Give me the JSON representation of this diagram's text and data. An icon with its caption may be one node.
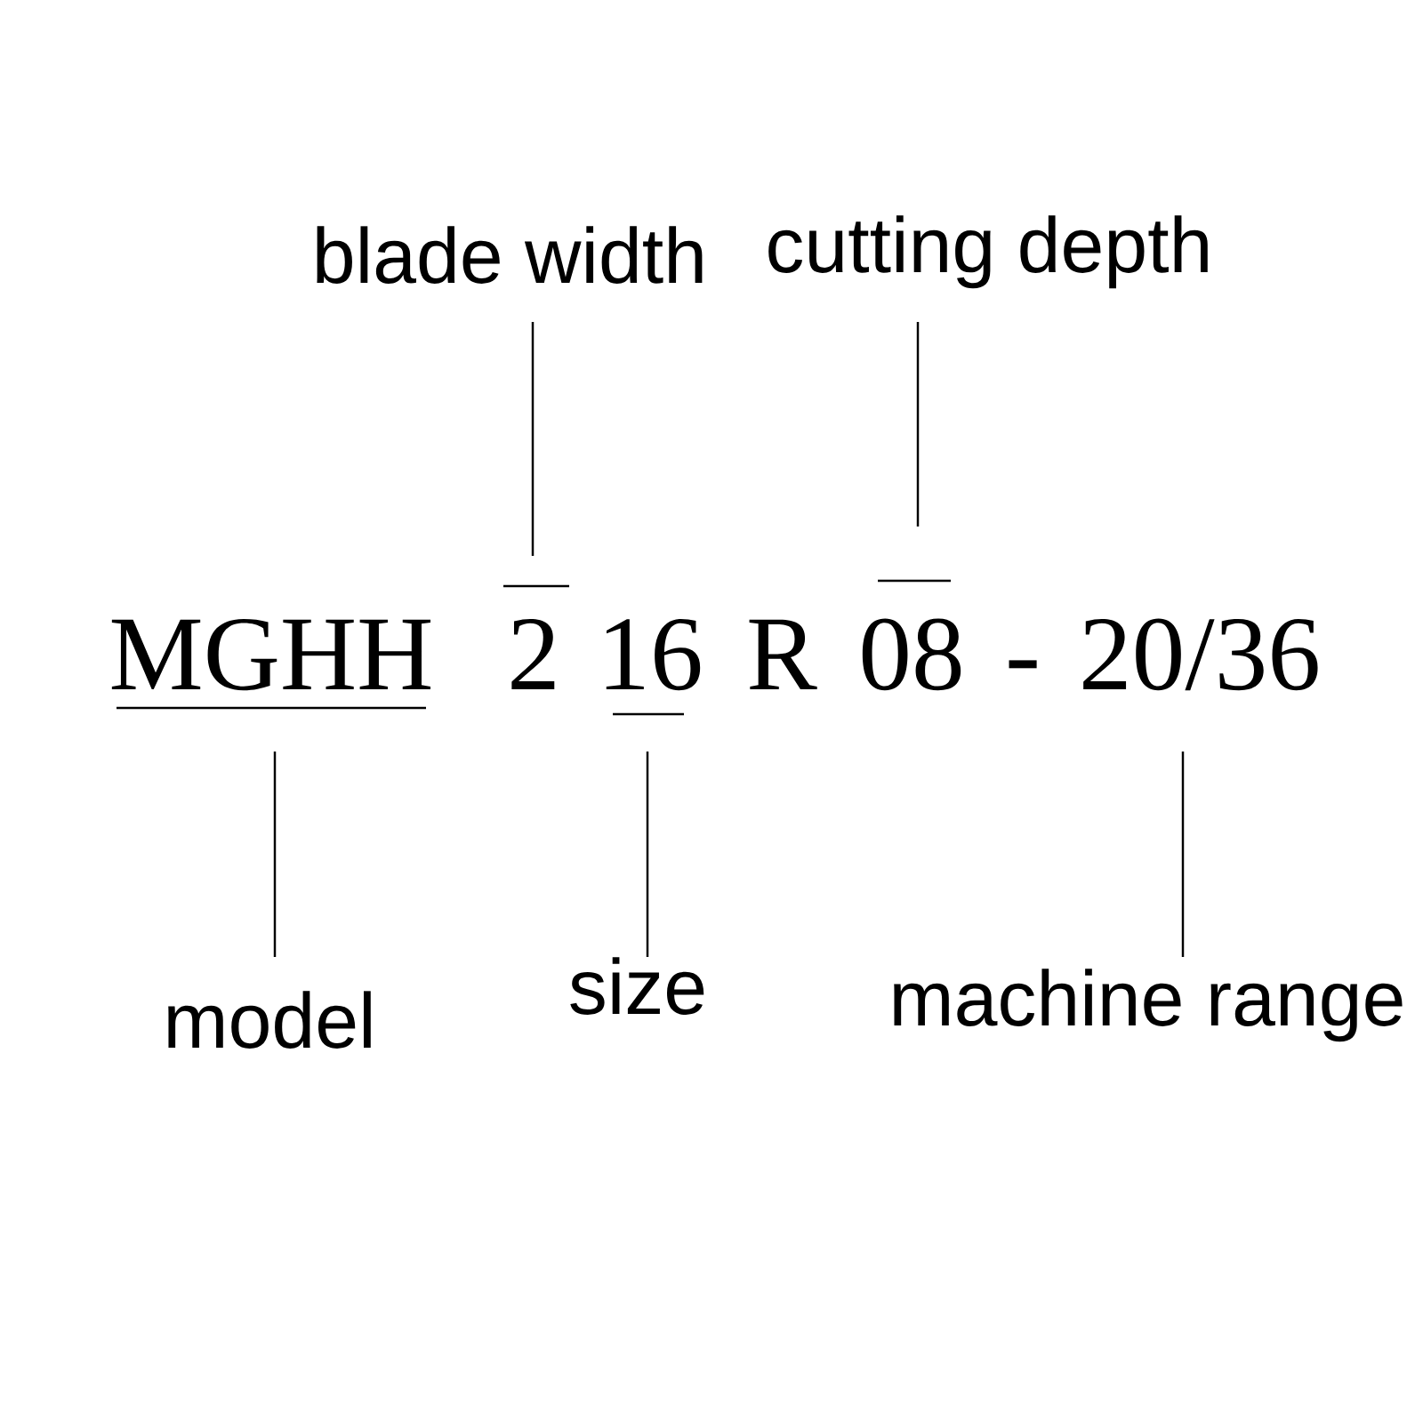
{
  "diagram": {
    "nodes": [
      {
        "text": [
          "blade width"
        ]
      },
      {
        "text": [
          "cutting depth"
        ]
      },
      {
        "text": [
          "MGHH"
        ]
      },
      {
        "text": [
          "2"
        ]
      },
      {
        "text": [
          "16"
        ]
      },
      {
        "text": [
          "08"
        ]
      },
      {
        "text": [
          "20/36"
        ]
      },
      {
        "text": [
          "model"
        ]
      },
      {
        "text": [
          "size"
        ]
      },
      {
        "text": [
          "machine range"
        ]
      }
    ],
    "edges": [
      {
        "from": 0,
        "to": 3,
        "arrow": "none"
      },
      {
        "from": 1,
        "to": 5,
        "arrow": "none"
      },
      {
        "from": 7,
        "to": 2,
        "arrow": "none"
      },
      {
        "from": 8,
        "to": 4,
        "arrow": "none"
      },
      {
        "from": 9,
        "to": 6,
        "arrow": "none"
      }
    ],
    "labels": [
      "R",
      "-"
    ]
  }
}
